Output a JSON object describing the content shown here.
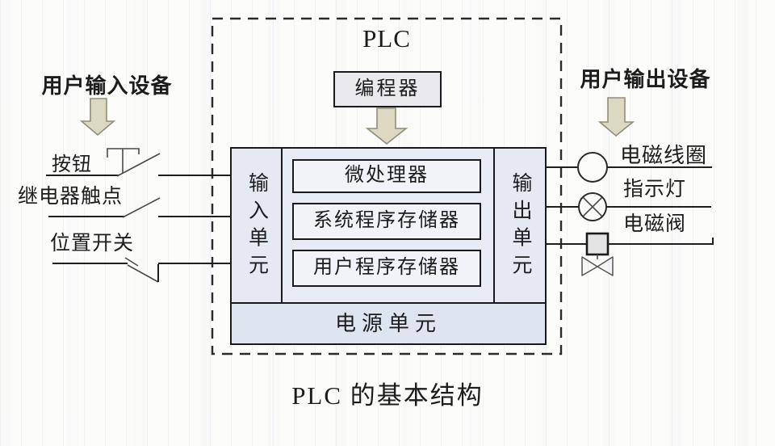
{
  "title": "PLC",
  "caption": "PLC 的基本结构",
  "plc_box": {
    "programmer": "编程器",
    "input_unit": "输入单元",
    "output_unit": "输出单元",
    "microprocessor": "微处理器",
    "system_program_memory": "系统程序存储器",
    "user_program_memory": "用户程序存储器",
    "power_unit": "电源单元"
  },
  "input_side": {
    "heading": "用户输入设备",
    "devices": [
      {
        "label": "按钮",
        "symbol": "pushbutton-contact"
      },
      {
        "label": "继电器触点",
        "symbol": "relay-contact"
      },
      {
        "label": "位置开关",
        "symbol": "position-switch"
      }
    ]
  },
  "output_side": {
    "heading": "用户输出设备",
    "devices": [
      {
        "label": "电磁线圈",
        "symbol": "coil-circle"
      },
      {
        "label": "指示灯",
        "symbol": "indicator-lamp"
      },
      {
        "label": "电磁阀",
        "symbol": "solenoid-valve"
      }
    ]
  },
  "colors": {
    "line": "#1f1f1f",
    "box-border": "#1a1a1a",
    "main-box-fill": "#e7ebf4",
    "column-fill": "#e4e9f2",
    "power-fill": "#dfe5f0",
    "inner-box-fill": "#f1f3f8",
    "programmer-fill": "#eaeaee",
    "arrow-fill": "#dcd8c2",
    "arrow-stroke": "#8f8d7c",
    "valve-fill": "#e4e4e4",
    "background": "#fcfcfb"
  }
}
